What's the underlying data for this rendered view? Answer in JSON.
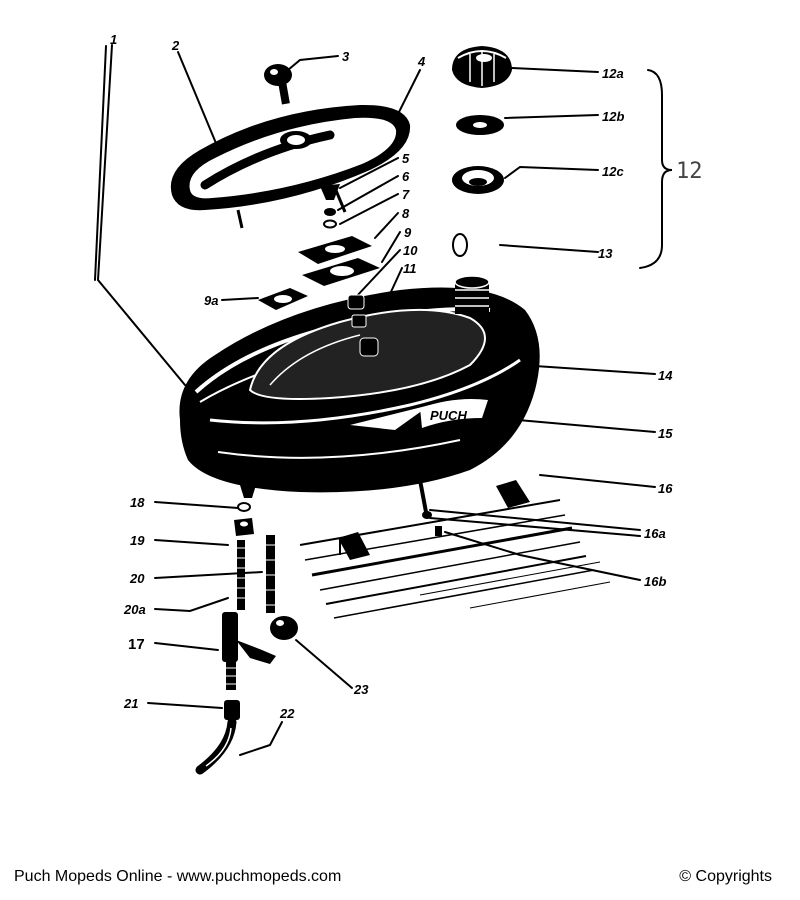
{
  "diagram": {
    "labels": {
      "l1": "1",
      "l2": "2",
      "l3": "3",
      "l4": "4",
      "l5": "5",
      "l6": "6",
      "l7": "7",
      "l8": "8",
      "l9": "9",
      "l9a": "9a",
      "l10": "10",
      "l11": "11",
      "l12a": "12a",
      "l12b": "12b",
      "l12c": "12c",
      "l12": "12",
      "l13": "13",
      "l14": "14",
      "l15": "15",
      "l16": "16",
      "l16a": "16a",
      "l16b": "16b",
      "l17": "17",
      "l18": "18",
      "l19": "19",
      "l20": "20",
      "l20a": "20a",
      "l21": "21",
      "l22": "22",
      "l23": "23"
    },
    "tank_brand": "PUCH"
  },
  "footer": {
    "site": "Puch Mopeds Online - www.puchmopeds.com",
    "copyright": "© Copyrights"
  }
}
